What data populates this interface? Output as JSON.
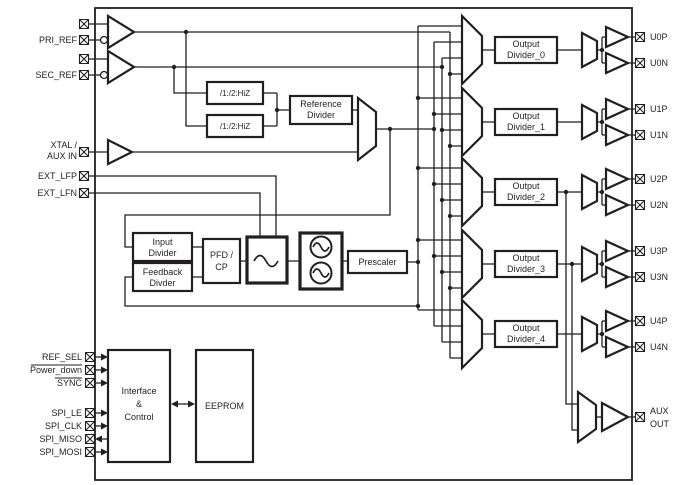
{
  "colors": {
    "wire": "#231f20",
    "background": "#ffffff",
    "block_fill": "#ffffff"
  },
  "pins": {
    "left": {
      "pri_ref": "PRI_REF",
      "sec_ref": "SEC_REF",
      "xtal_line1": "XTAL /",
      "xtal_line2": "AUX IN",
      "ext_lfp": "EXT_LFP",
      "ext_lfn": "EXT_LFN",
      "ref_sel": "REF_SEL",
      "power_down": "Power_down",
      "sync": "SYNC",
      "spi_le": "SPI_LE",
      "spi_clk": "SPI_CLK",
      "spi_miso": "SPI_MISO",
      "spi_mosi": "SPI_MOSI"
    },
    "right": {
      "u0p": "U0P",
      "u0n": "U0N",
      "u1p": "U1P",
      "u1n": "U1N",
      "u2p": "U2P",
      "u2n": "U2N",
      "u3p": "U3P",
      "u3n": "U3N",
      "u4p": "U4P",
      "u4n": "U4N",
      "aux_line1": "AUX",
      "aux_line2": "OUT"
    }
  },
  "blocks": {
    "hiz_divider_1": "/1:/2:HiZ",
    "hiz_divider_2": "/1:/2:HiZ",
    "reference_divider": {
      "line1": "Reference",
      "line2": "Divider"
    },
    "input_divider": {
      "line1": "Input",
      "line2": "Divider"
    },
    "feedback_divider": {
      "line1": "Feedback",
      "line2": "Divder"
    },
    "pfd_cp": {
      "line1": "PFD /",
      "line2": "CP"
    },
    "prescaler": "Prescaler",
    "output_dividers": [
      {
        "line1": "Output",
        "line2": "Divider_0"
      },
      {
        "line1": "Output",
        "line2": "Divider_1"
      },
      {
        "line1": "Output",
        "line2": "Divider_2"
      },
      {
        "line1": "Output",
        "line2": "Divider_3"
      },
      {
        "line1": "Output",
        "line2": "Divider_4"
      }
    ],
    "interface_control": {
      "line1": "Interface",
      "line2": "&",
      "line3": "Control"
    },
    "eeprom": "EEPROM"
  }
}
